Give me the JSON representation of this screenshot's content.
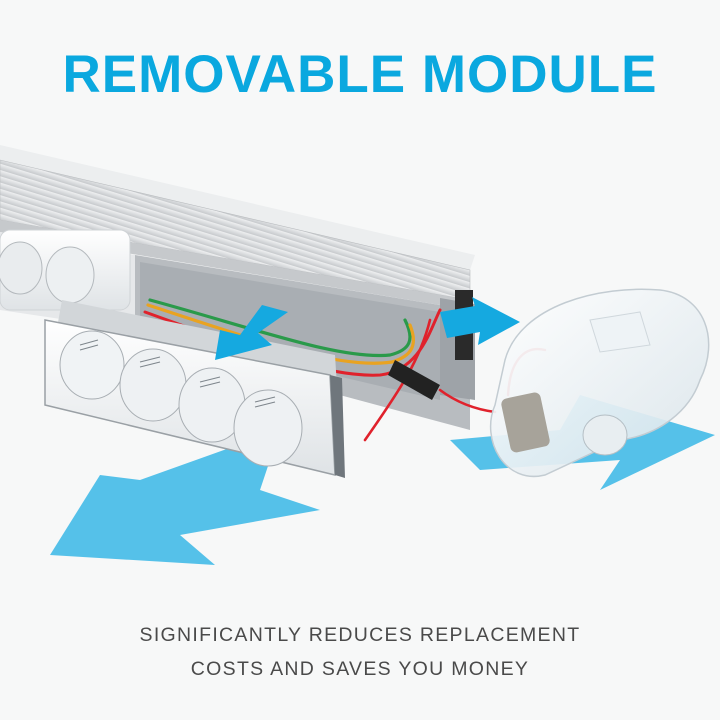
{
  "headline": "REMOVABLE MODULE",
  "caption": {
    "line1": "SIGNIFICANTLY REDUCES REPLACEMENT",
    "line2": "COSTS AND SAVES YOU MONEY"
  },
  "colors": {
    "accent": "#0aa8df",
    "arrow": "#35b6e6",
    "background": "#f7f8f8",
    "caption_text": "#4a4a4a",
    "housing": "#d6d8da",
    "wire_red": "#e0222c",
    "wire_green": "#2a9a4a",
    "wire_yellow": "#e9a321"
  }
}
